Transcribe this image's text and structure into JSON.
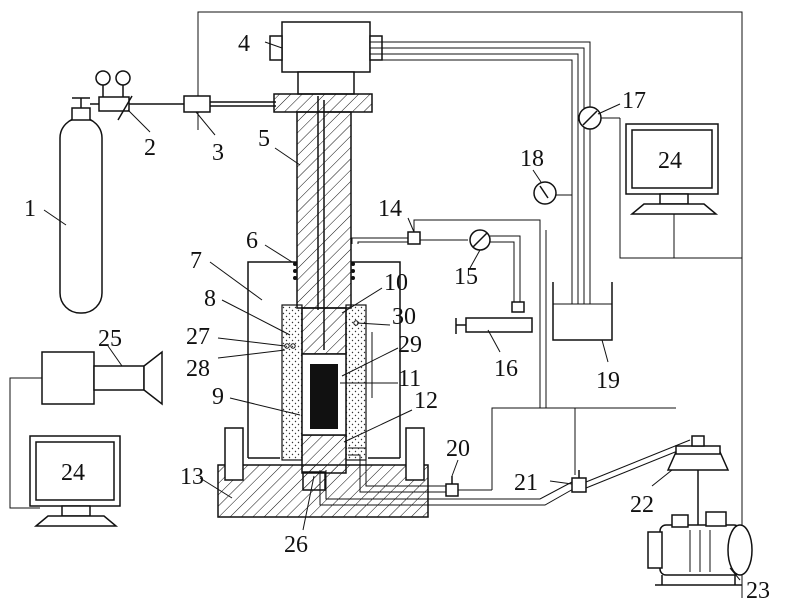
{
  "diagram": {
    "labels": [
      "1",
      "2",
      "3",
      "4",
      "5",
      "6",
      "7",
      "8",
      "9",
      "10",
      "11",
      "12",
      "13",
      "14",
      "15",
      "16",
      "17",
      "18",
      "19",
      "20",
      "21",
      "22",
      "23",
      "24",
      "25",
      "26",
      "27",
      "28",
      "29",
      "30"
    ],
    "monitor_text": "24"
  }
}
